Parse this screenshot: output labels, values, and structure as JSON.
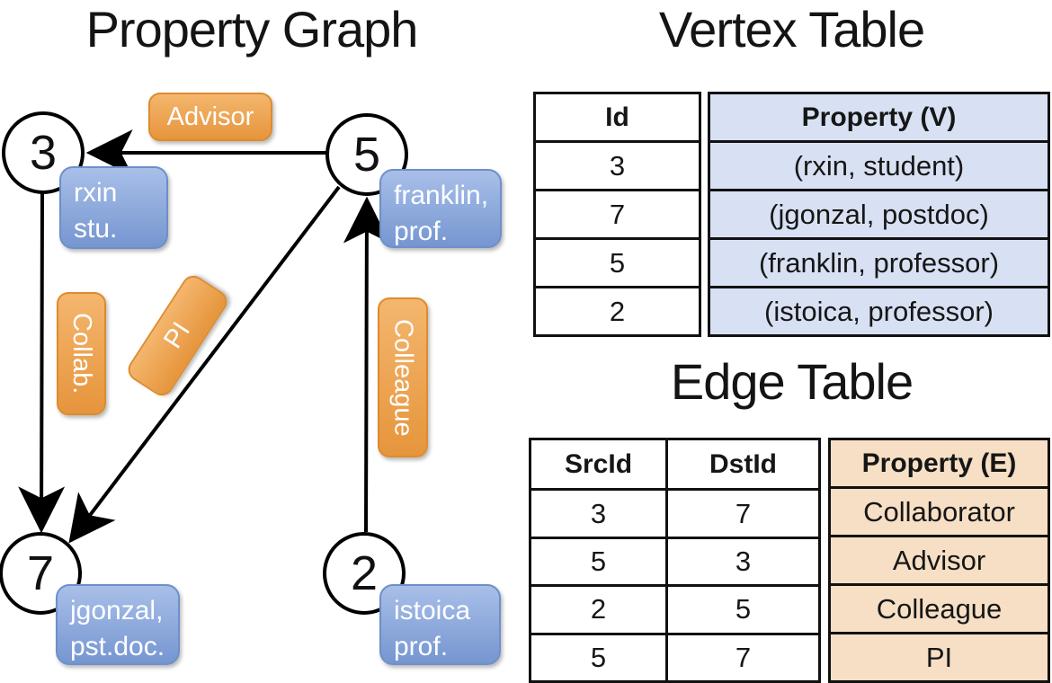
{
  "titles": {
    "graph": "Property Graph",
    "vertex_table": "Vertex Table",
    "edge_table": "Edge Table"
  },
  "graph": {
    "nodes": [
      {
        "id": "3",
        "prop_line1": "rxin",
        "prop_line2": "stu."
      },
      {
        "id": "5",
        "prop_line1": "franklin,",
        "prop_line2": "prof."
      },
      {
        "id": "7",
        "prop_line1": "jgonzal,",
        "prop_line2": "pst.doc."
      },
      {
        "id": "2",
        "prop_line1": "istoica",
        "prop_line2": "prof."
      }
    ],
    "edge_labels": [
      {
        "label": "Advisor"
      },
      {
        "label": "Collab."
      },
      {
        "label": "PI"
      },
      {
        "label": "Colleague"
      }
    ]
  },
  "vertex_table": {
    "col_id": "Id",
    "col_property": "Property (V)",
    "rows": [
      {
        "id": "3",
        "property": "(rxin, student)"
      },
      {
        "id": "7",
        "property": "(jgonzal, postdoc)"
      },
      {
        "id": "5",
        "property": "(franklin, professor)"
      },
      {
        "id": "2",
        "property": "(istoica, professor)"
      }
    ]
  },
  "edge_table": {
    "col_src": "SrcId",
    "col_dst": "DstId",
    "col_property": "Property (E)",
    "rows": [
      {
        "src": "3",
        "dst": "7",
        "property": "Collaborator"
      },
      {
        "src": "5",
        "dst": "3",
        "property": "Advisor"
      },
      {
        "src": "2",
        "dst": "5",
        "property": "Colleague"
      },
      {
        "src": "5",
        "dst": "7",
        "property": "PI"
      }
    ]
  },
  "colors": {
    "edge_label_fill_top": "#f4b66e",
    "edge_label_fill_bottom": "#e6953c",
    "edge_label_border": "#dd8c2e",
    "node_label_fill_top": "#a8bfe8",
    "node_label_fill_bottom": "#7696d1",
    "node_label_border": "#6e8fc9",
    "vertex_col_bg": "#d8e1f3",
    "edge_col_bg": "#f6dfc4"
  }
}
